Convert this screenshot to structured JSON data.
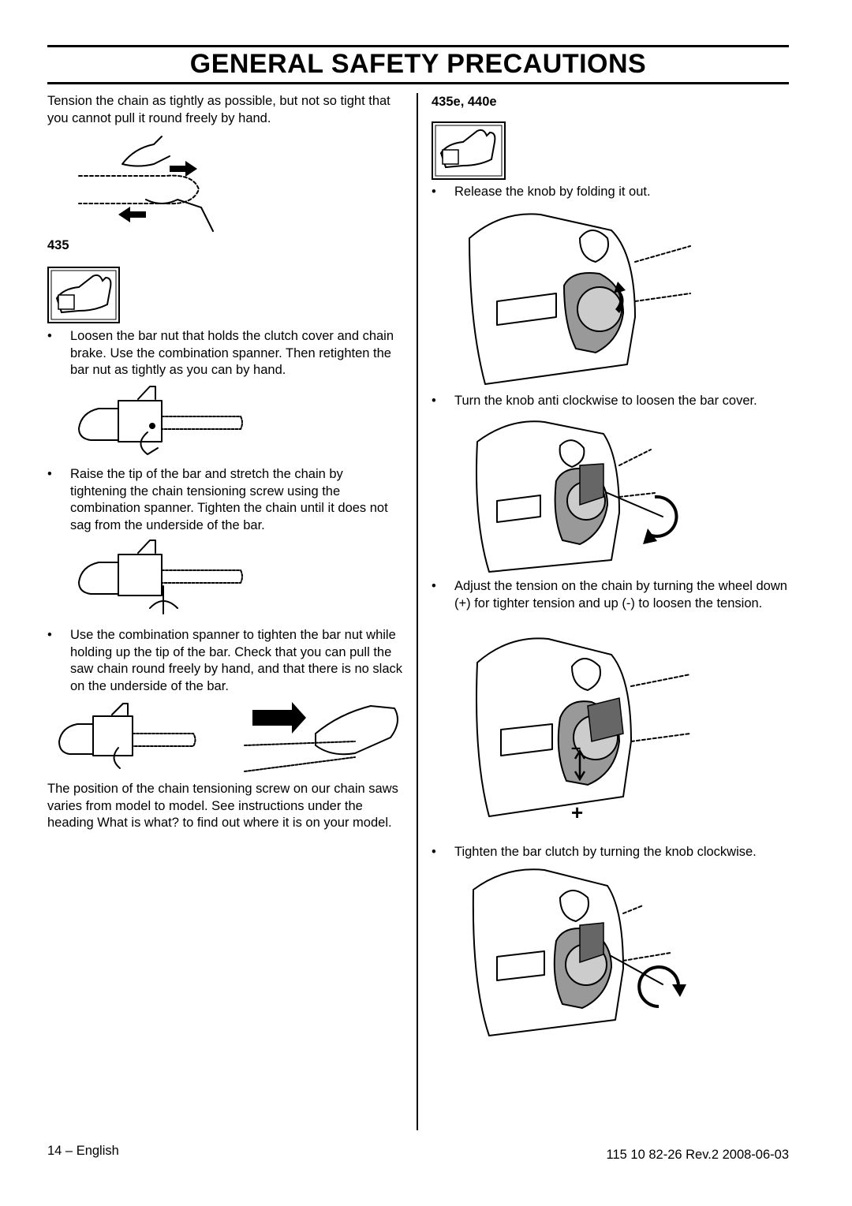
{
  "header": {
    "title": "GENERAL SAFETY PRECAUTIONS"
  },
  "left": {
    "intro": "Tension the chain as tightly as possible, but not so tight that you cannot pull it round freely by hand.",
    "model_heading": "435",
    "bullet1": "Loosen the bar nut that holds the clutch cover and chain brake. Use the combination spanner. Then retighten the bar nut as tightly as you can by hand.",
    "bullet2": "Raise the tip of the bar and stretch the chain by tightening the chain tensioning screw using the combination spanner. Tighten the chain until it does not sag from the underside of the bar.",
    "bullet3": "Use the combination spanner to tighten the bar nut while holding up the tip of the bar. Check that you can pull the saw chain round freely by hand, and that there is no slack on the underside of the bar.",
    "closing": "The position of the chain tensioning screw on our chain saws varies from model to model. See instructions under the heading What is what? to find out where it is on your model."
  },
  "right": {
    "model_heading": "435e, 440e",
    "bullet1": "Release the knob by folding it out.",
    "bullet2": "Turn the knob anti clockwise to loosen the bar cover.",
    "bullet3": "Adjust the tension on the chain by turning the wheel down (+) for tighter tension and up (-) to loosen the tension.",
    "bullet4": "Tighten the bar clutch by turning the knob clockwise.",
    "minus_symbol": "–",
    "plus_symbol": "+"
  },
  "bullet_symbol": "•",
  "footer": {
    "page": "14 – English",
    "doc_ref": "115 10 82-26 Rev.2 2008-06-03"
  }
}
